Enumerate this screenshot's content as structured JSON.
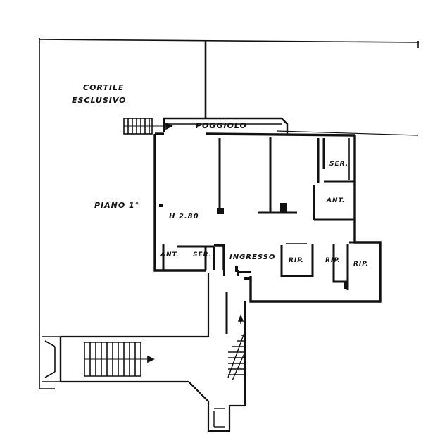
{
  "labels": {
    "cortile": "CORTILE",
    "esclusivo": "ESCLUSIVO",
    "poggiolo": "POGGIOLO",
    "piano": "PIANO 1°",
    "altezza": "H 2.80",
    "ser_top": "SER.",
    "ant_right": "ANT.",
    "ant_left": "ANT.",
    "ser_left": "SER.",
    "ingresso": "INGRESSO",
    "rip1": "RIP.",
    "rip2": "RIP.",
    "rip3": "RIP."
  },
  "colors": {
    "ink": "#111111",
    "paper": "#ffffff"
  }
}
